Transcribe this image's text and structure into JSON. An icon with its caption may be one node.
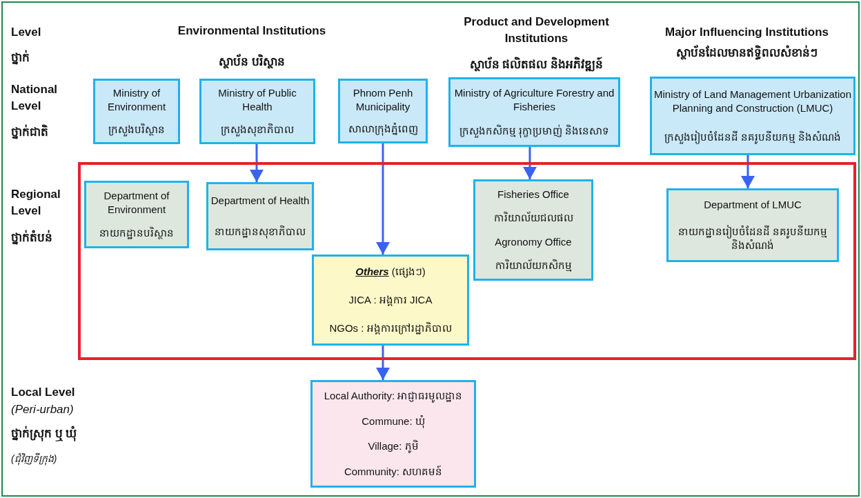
{
  "diagram": {
    "nodes": [
      {
        "text": [
          "Ministry of Environment",
          "ក្រសួងបរិស្ថាន"
        ]
      },
      {
        "text": [
          "Ministry of Public Health",
          "ក្រសួងសុខាភិបាល"
        ]
      },
      {
        "text": [
          "Phnom Penh Municipality",
          "សាលាក្រុងភ្នំពេញ"
        ]
      },
      {
        "text": [
          "Ministry of Agriculture Forestry and Fisheries",
          "ក្រសួងកសិកម្ម រុក្ខាប្រមាញ់ និងនេសាទ"
        ]
      },
      {
        "text": [
          "Ministry of Land Management Urbanization Planning and Construction (LMUC)",
          "ក្រសួងរៀបចំដែនដី នគរូបនីយកម្ម និងសំណង់"
        ]
      },
      {
        "text": [],
        "shape": "box"
      },
      {
        "text": [
          "Department of Environment",
          "នាយកដ្ឋានបរិស្ថាន"
        ],
        "in": 5
      },
      {
        "text": [
          "Department of Health",
          "នាយកដ្ឋានសុខាភិបាល"
        ],
        "in": 5
      },
      {
        "text": [
          "Fisheries Office",
          "ការិយាល័យជលផល",
          "Agronomy Office",
          "ការិយាល័យកសិកម្ម"
        ],
        "in": 5
      },
      {
        "text": [
          "Department of LMUC",
          "នាយកដ្ឋានរៀបចំដែនដី នគរូបនីយកម្ម និងសំណង់"
        ],
        "in": 5
      },
      {
        "text": [
          "**Others** (ផ្សេងៗ)",
          "JICA : អង្គការ JICA",
          "NGOs : អង្គការក្រៅរដ្ឋាភិបាល"
        ],
        "in": 5
      },
      {
        "text": [
          "Local Authority: អាជ្ញាធរមូលដ្ឋាន",
          "Commune: ឃុំ",
          "Village: ភូមិ",
          "Community: សហគមន៍"
        ]
      }
    ],
    "edges": [
      {
        "from": 1,
        "to": 7,
        "arrow": "to"
      },
      {
        "from": 2,
        "to": 10,
        "arrow": "to"
      },
      {
        "from": 3,
        "to": 8,
        "arrow": "to"
      },
      {
        "from": 4,
        "to": 9,
        "arrow": "to"
      },
      {
        "from": 10,
        "to": 11,
        "arrow": "to"
      }
    ],
    "labels": [
      "Level",
      "Environmental Institutions",
      "Product and Development Institutions",
      "Major Influencing Institutions",
      "ថ្នាក់",
      "ស្ថាប័ន បរិស្ថាន",
      "ស្ថាប័ន ផលិតផល និងអភិវឌ្ឍន៍",
      "ស្ថាប័នដែលមានឥទ្ធិពលសំខាន់ៗ",
      "National Level",
      "ថ្នាក់ជាតិ",
      "Regional Level",
      "ថ្នាក់តំបន់",
      "Local Level",
      "(Peri-urban)",
      "ថ្នាក់ស្រុក ឬ ឃុំ",
      "(ជុំវិញទីក្រុង)"
    ]
  }
}
